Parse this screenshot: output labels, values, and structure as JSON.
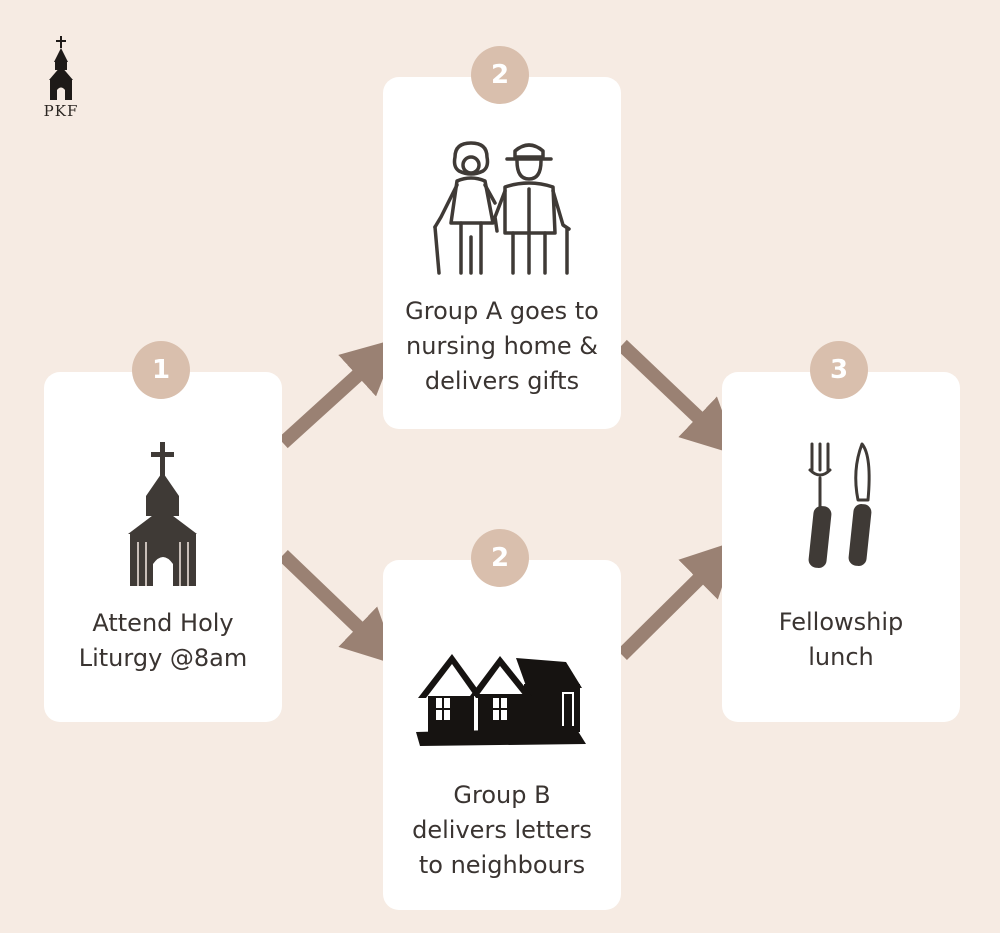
{
  "logo": {
    "text": "PKF",
    "icon": "church-icon"
  },
  "steps": [
    {
      "badge": "1",
      "label": "Attend Holy\nLiturgy @8am",
      "icon": "church-icon"
    },
    {
      "badge": "2",
      "label": "Group A goes to\nnursing home &\ndelivers gifts",
      "icon": "elderly-couple-icon"
    },
    {
      "badge": "2",
      "label": "Group B\ndelivers letters\nto neighbours",
      "icon": "houses-icon"
    },
    {
      "badge": "3",
      "label": "Fellowship\nlunch",
      "icon": "fork-knife-icon"
    }
  ],
  "colors": {
    "background": "#f6ebe3",
    "card": "#ffffff",
    "badge": "#d9bfad",
    "arrow": "#9a8173",
    "icon": "#3f3a36"
  }
}
